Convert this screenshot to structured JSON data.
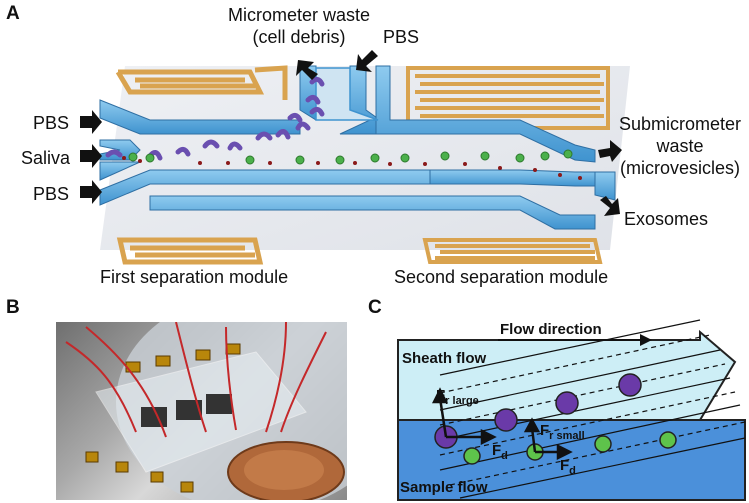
{
  "panels": {
    "a": {
      "letter": "A",
      "labels": {
        "micrometer_waste_line1": "Micrometer waste",
        "micrometer_waste_line2": "(cell debris)",
        "pbs_top": "PBS",
        "pbs_left_upper": "PBS",
        "saliva": "Saliva",
        "pbs_left_lower": "PBS",
        "submicrometer_line1": "Submicrometer",
        "submicrometer_line2": "waste",
        "submicrometer_line3": "(microvesicles)",
        "exosomes": "Exosomes",
        "first_module": "First separation module",
        "second_module": "Second separation module"
      }
    },
    "b": {
      "letter": "B"
    },
    "c": {
      "letter": "C",
      "labels": {
        "flow_direction": "Flow direction",
        "sheath_flow": "Sheath flow",
        "sample_flow": "Sample flow",
        "fr_large": "F",
        "fr_large_sub": "r large",
        "fr_small": "F",
        "fr_small_sub": "r small",
        "fd1": "F",
        "fd1_sub": "d",
        "fd2": "F",
        "fd2_sub": "d"
      }
    }
  },
  "colors": {
    "channel_blue": "#5aaee0",
    "channel_light": "#d8ecf7",
    "electrode_gold": "#e4b062",
    "debris_purple": "#6a4fb0",
    "particle_green": "#4bb04b",
    "exosome_red": "#8b1a1a",
    "sheath_blue": "#c8ecf5",
    "sample_blue": "#3f8fd8"
  },
  "icons": [
    "arrow-icon",
    "penny-icon",
    "wire-icon"
  ]
}
